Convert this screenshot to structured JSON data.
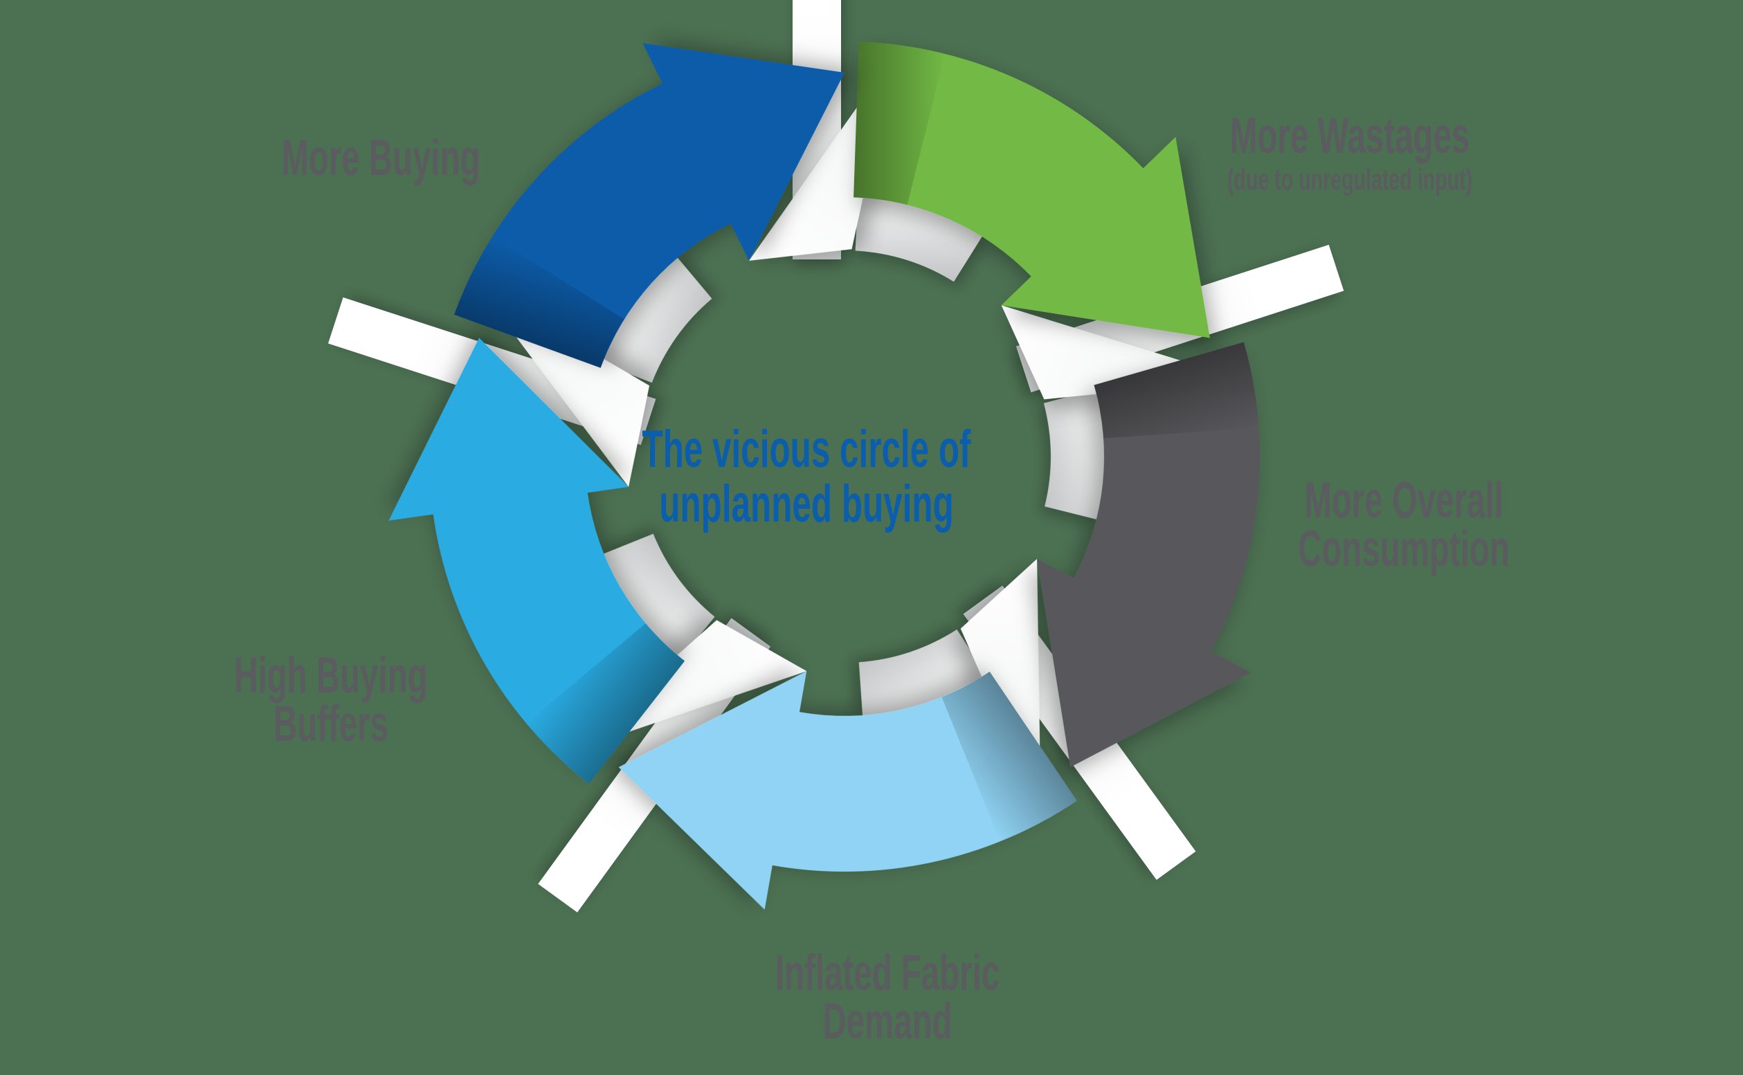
{
  "background_color": "#4C7052",
  "paper_color": "#FFFFFF",
  "label_color": "#5A5C60",
  "title": {
    "line1": "The vicious circle of",
    "line2": "unplanned buying",
    "color": "#0B5EAC"
  },
  "steps": {
    "more_buying": {
      "label": "More Buying",
      "arrow_color": "#0E5CA9"
    },
    "more_wastages": {
      "label": "More Wastages",
      "note": "(due to unregulated input)",
      "arrow_color": "#72B944"
    },
    "more_consumption": {
      "label_line1": "More Overall",
      "label_line2": "Consumption",
      "arrow_color": "#58595B"
    },
    "inflated_demand": {
      "label_line1": "Inflated Fabric",
      "label_line2": "Demand",
      "arrow_color": "#90D3F4"
    },
    "high_buffers": {
      "label_line1": "High Buying",
      "label_line2": "Buffers",
      "arrow_color": "#29ABE2"
    }
  }
}
